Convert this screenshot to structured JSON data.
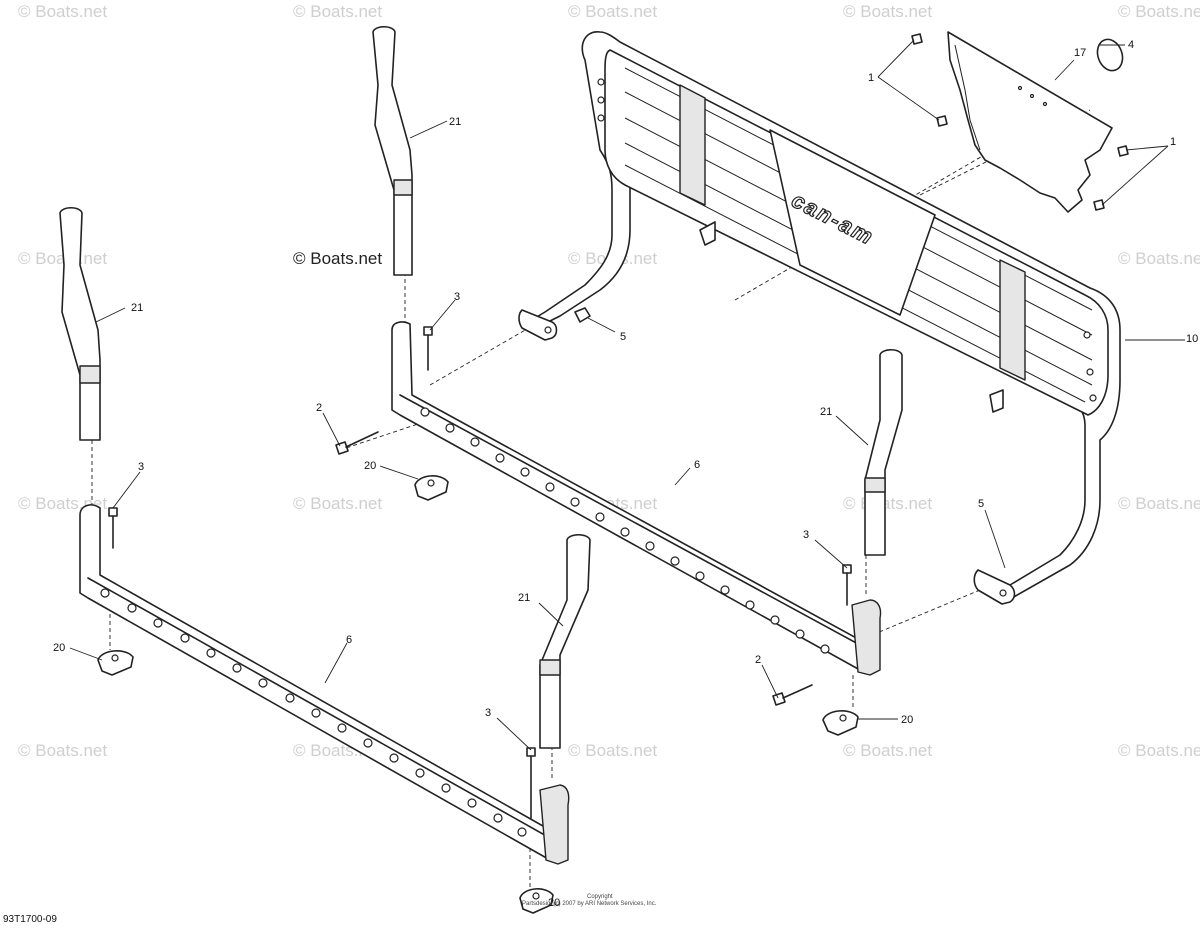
{
  "watermark": "© Boats.net",
  "brand_text": "can-am",
  "reference_code": "93T1700-09",
  "copyright_line1": "Copyright",
  "copyright_line2": "Partsdesign(c) 2007 by ARI Network Services, Inc.",
  "callouts": [
    {
      "id": "c1a",
      "label": "1"
    },
    {
      "id": "c1b",
      "label": "1"
    },
    {
      "id": "c4",
      "label": "4"
    },
    {
      "id": "c17",
      "label": "17"
    },
    {
      "id": "c10",
      "label": "10"
    },
    {
      "id": "c21a",
      "label": "21"
    },
    {
      "id": "c21b",
      "label": "21"
    },
    {
      "id": "c21c",
      "label": "21"
    },
    {
      "id": "c21d",
      "label": "21"
    },
    {
      "id": "c3a",
      "label": "3"
    },
    {
      "id": "c3b",
      "label": "3"
    },
    {
      "id": "c3c",
      "label": "3"
    },
    {
      "id": "c3d",
      "label": "3"
    },
    {
      "id": "c5a",
      "label": "5"
    },
    {
      "id": "c5b",
      "label": "5"
    },
    {
      "id": "c2a",
      "label": "2"
    },
    {
      "id": "c2b",
      "label": "2"
    },
    {
      "id": "c20a",
      "label": "20"
    },
    {
      "id": "c20b",
      "label": "20"
    },
    {
      "id": "c20c",
      "label": "20"
    },
    {
      "id": "c20d",
      "label": "20"
    },
    {
      "id": "c6a",
      "label": "6"
    },
    {
      "id": "c6b",
      "label": "6"
    }
  ]
}
